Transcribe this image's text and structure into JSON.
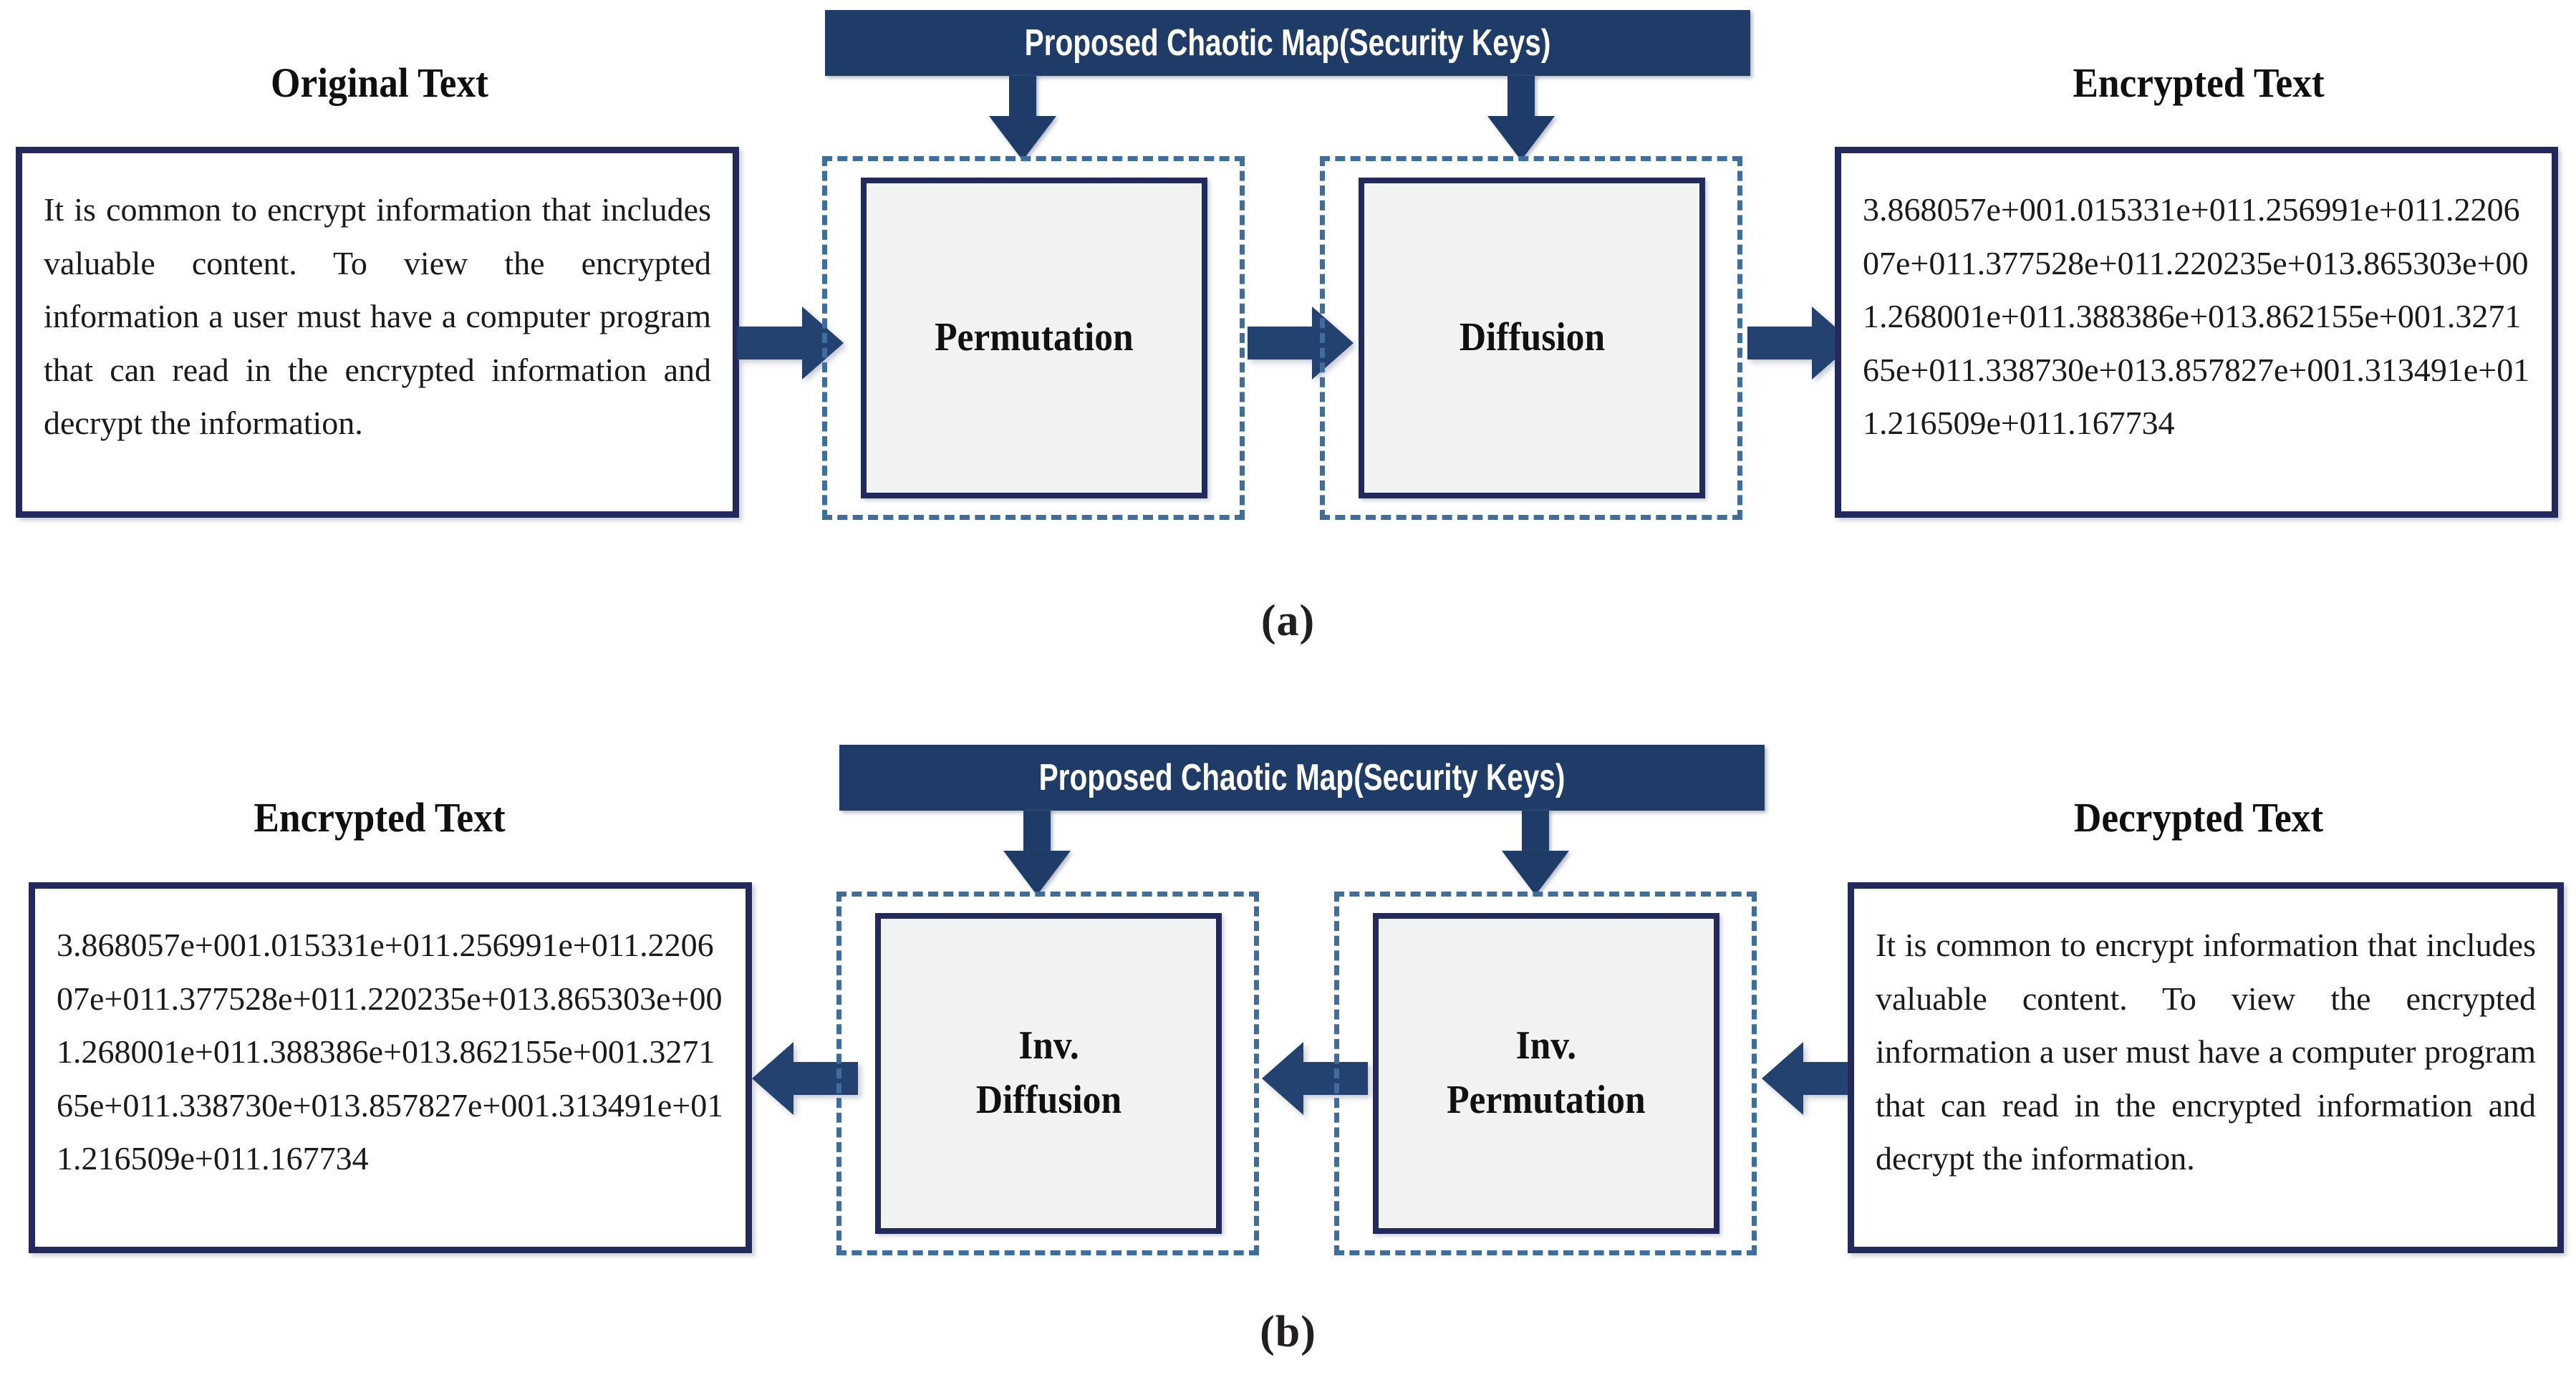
{
  "figure": {
    "panels": [
      {
        "caption": "(a)"
      },
      {
        "caption": "(b)"
      }
    ]
  },
  "colors": {
    "navy_bar": "#1f3c68",
    "box_border_navy": "#222a5c",
    "dashed_blue": "#3d6e9e",
    "stage_fill": "#f1f2f2",
    "arrow_navy": "#234270",
    "text_black": "#111111",
    "page_background": "#ffffff"
  },
  "panel_a": {
    "caption": "(a)",
    "key_bar": {
      "label": "Proposed Chaotic Map(Security Keys)"
    },
    "left": {
      "caption": "Original Text",
      "body": "It is common to encrypt information that includes valuable content. To view the encrypted information a user must have a computer program that can read in the encrypted information and decrypt the information."
    },
    "stages": [
      {
        "label": "Permutation"
      },
      {
        "label": "Diffusion"
      }
    ],
    "right": {
      "caption": "Encrypted Text",
      "body": "3.868057e+001.015331e+011.256991e+011.220607e+011.377528e+011.220235e+013.865303e+001.268001e+011.388386e+013.862155e+001.327165e+011.338730e+013.857827e+001.313491e+011.216509e+011.167734"
    },
    "arrows": [
      {
        "name": "original-to-permutation",
        "direction": "right"
      },
      {
        "name": "permutation-to-diffusion",
        "direction": "right"
      },
      {
        "name": "diffusion-to-encrypted",
        "direction": "right"
      },
      {
        "name": "key-to-permutation",
        "direction": "down"
      },
      {
        "name": "key-to-diffusion",
        "direction": "down"
      }
    ]
  },
  "panel_b": {
    "caption": "(b)",
    "key_bar": {
      "label": "Proposed Chaotic Map(Security Keys)"
    },
    "left": {
      "caption": "Encrypted Text",
      "body": "3.868057e+001.015331e+011.256991e+011.220607e+011.377528e+011.220235e+013.865303e+001.268001e+011.388386e+013.862155e+001.327165e+011.338730e+013.857827e+001.313491e+011.216509e+011.167734"
    },
    "stages": [
      {
        "label": "Inv.\nDiffusion"
      },
      {
        "label": "Inv.\nPermutation"
      }
    ],
    "right": {
      "caption": "Decrypted Text",
      "body": "It is common to encrypt information that includes valuable content. To view the encrypted information a user must have a computer program that can read in the encrypted information and decrypt the information."
    },
    "arrows": [
      {
        "name": "decrypted-to-inv-permutation",
        "direction": "left"
      },
      {
        "name": "inv-permutation-to-inv-diffusion",
        "direction": "left"
      },
      {
        "name": "inv-diffusion-to-encrypted",
        "direction": "left"
      },
      {
        "name": "key-to-inv-diffusion",
        "direction": "down"
      },
      {
        "name": "key-to-inv-permutation",
        "direction": "down"
      }
    ]
  }
}
